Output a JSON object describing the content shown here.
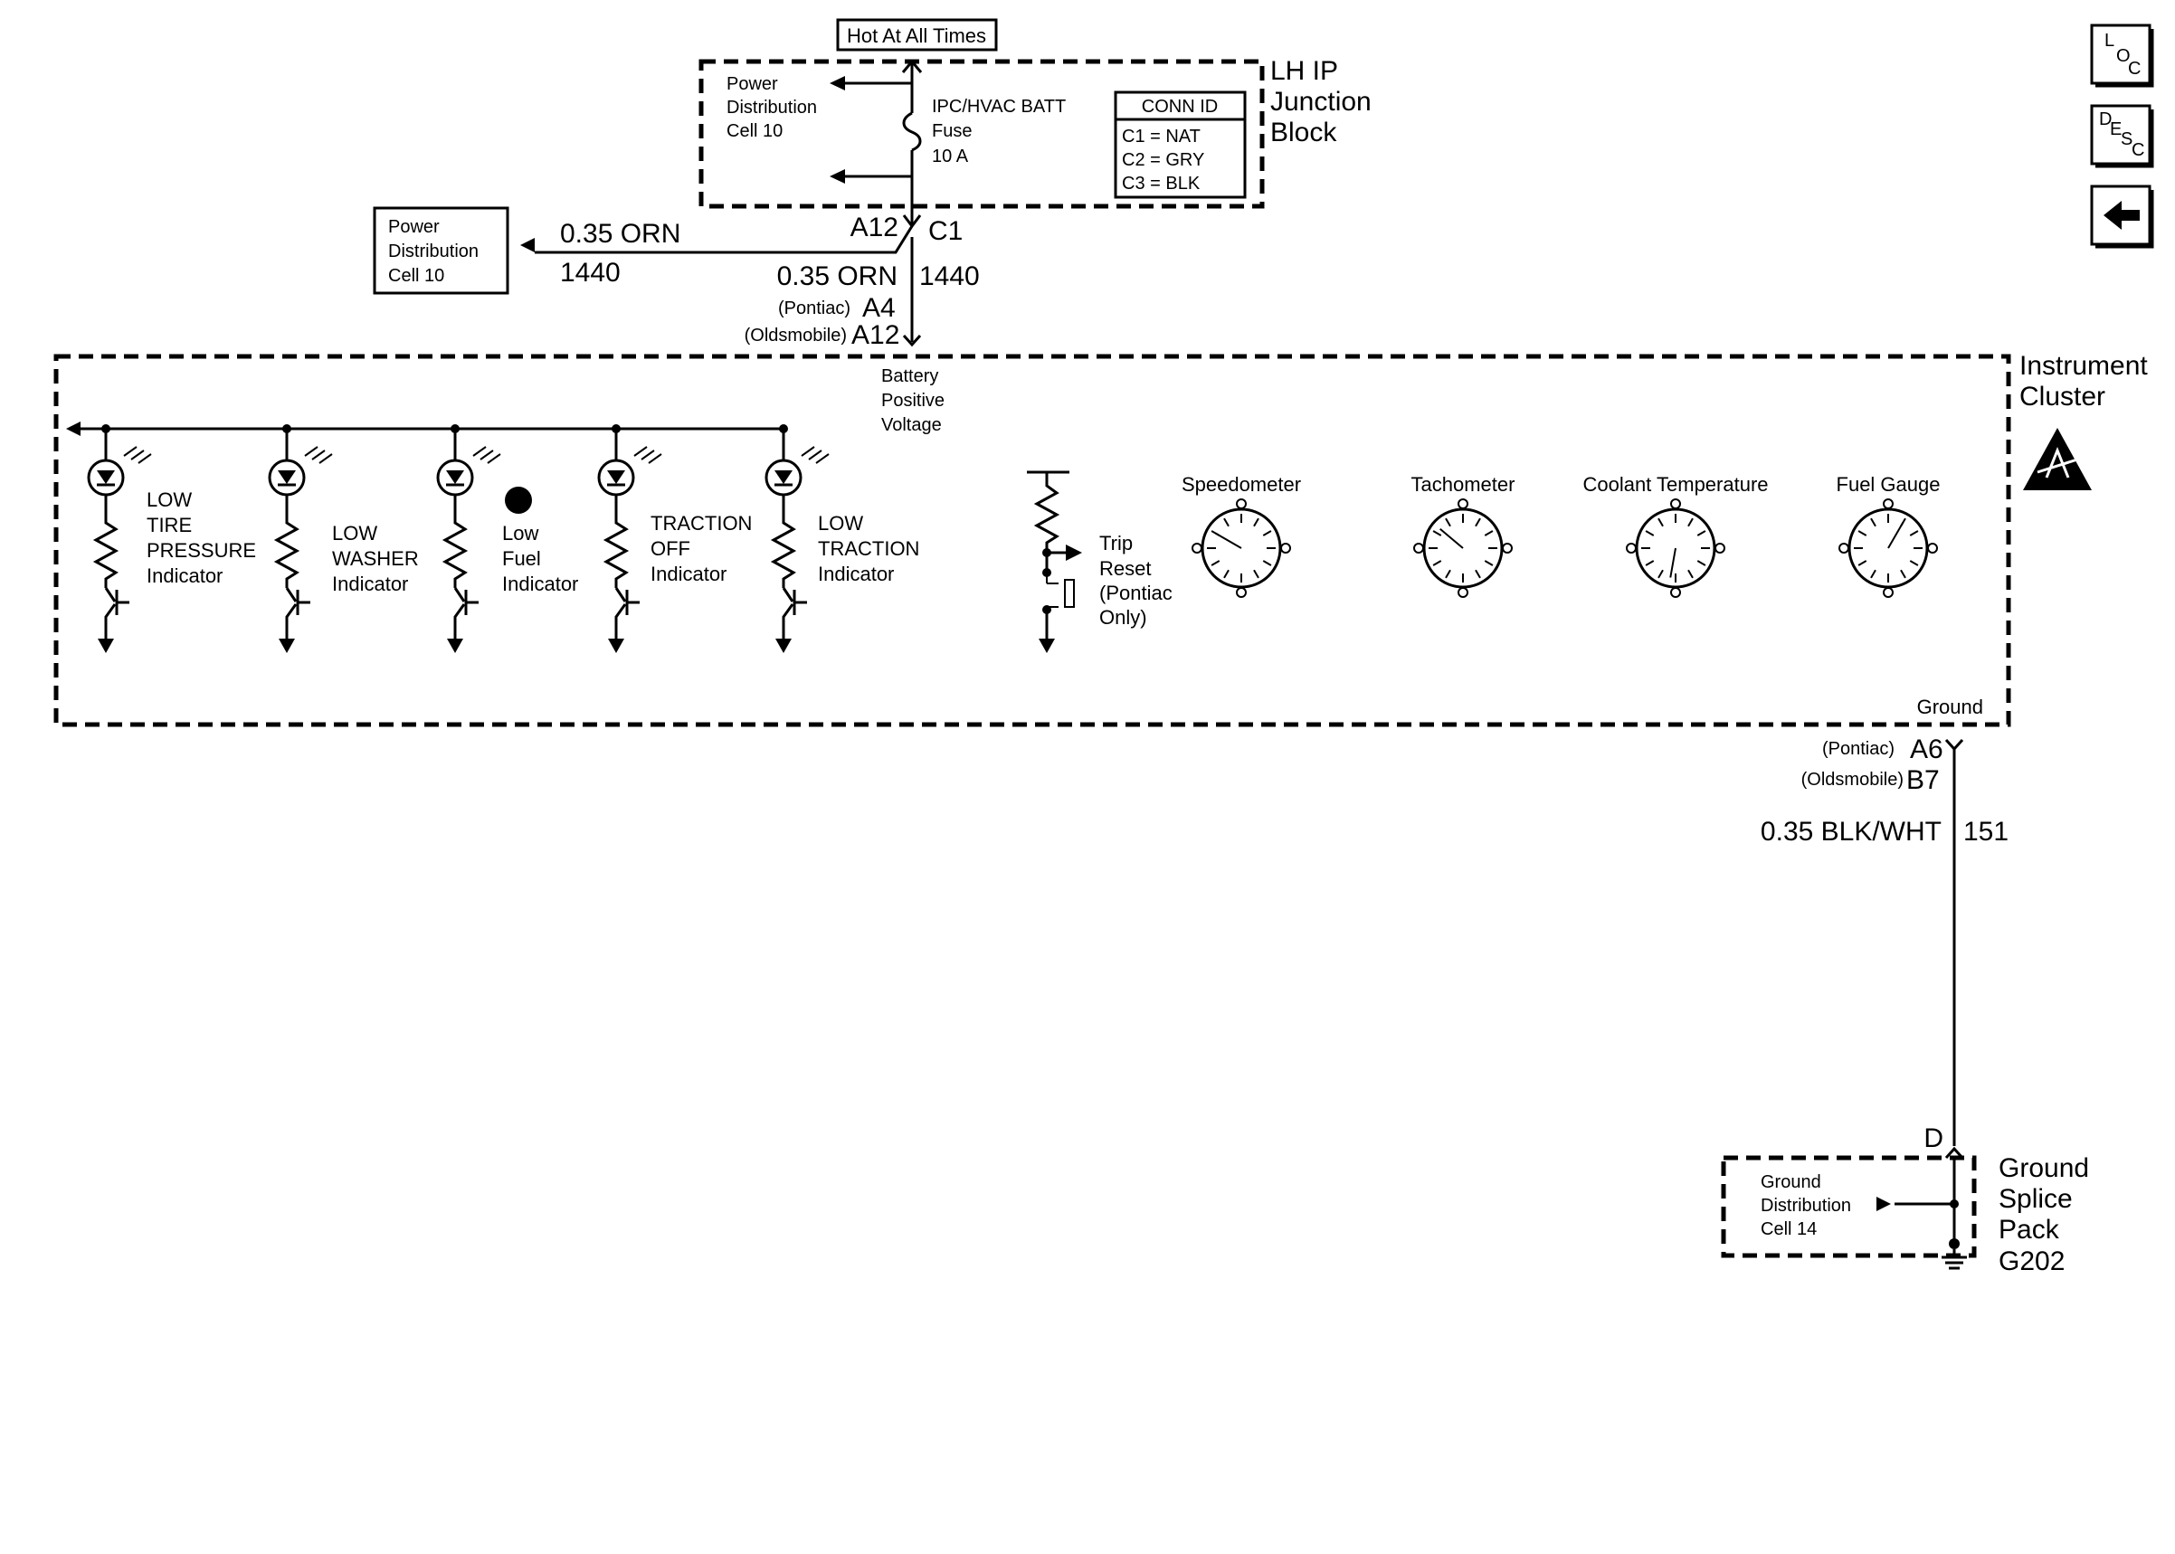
{
  "hot_at_all_times": "Hot At All Times",
  "junction_block": {
    "title_lines": [
      "LH IP",
      "Junction",
      "Block"
    ],
    "power_dist_lines": [
      "Power",
      "Distribution",
      "Cell 10"
    ],
    "fuse_lines": [
      "IPC/HVAC BATT",
      "Fuse",
      "10 A"
    ],
    "conn_id": {
      "header": "CONN ID",
      "rows": [
        "C1 = NAT",
        "C2 = GRY",
        "C3 = BLK"
      ]
    }
  },
  "power_dist_box": [
    "Power",
    "Distribution",
    "Cell 10"
  ],
  "wire_top": {
    "gauge_color": "0.35 ORN",
    "circuit": "1440",
    "connector_pin": "A12",
    "connector": "C1"
  },
  "wire_down": {
    "gauge_color": "0.35 ORN",
    "circuit": "1440",
    "pontiac_label": "(Pontiac)",
    "pontiac_pin": "A4",
    "olds_label": "(Oldsmobile)",
    "olds_pin": "A12"
  },
  "battery_positive_lines": [
    "Battery",
    "Positive",
    "Voltage"
  ],
  "instrument_cluster_lines": [
    "Instrument",
    "Cluster"
  ],
  "indicators": [
    {
      "lines": [
        "LOW",
        "TIRE",
        "PRESSURE",
        "Indicator"
      ]
    },
    {
      "lines": [
        "LOW",
        "WASHER",
        "Indicator"
      ]
    },
    {
      "lines": [
        "Low",
        "Fuel",
        "Indicator"
      ]
    },
    {
      "lines": [
        "TRACTION",
        "OFF",
        "Indicator"
      ]
    },
    {
      "lines": [
        "LOW",
        "TRACTION",
        "Indicator"
      ]
    }
  ],
  "trip_reset_lines": [
    "Trip",
    "Reset",
    "(Pontiac",
    "Only)"
  ],
  "gauges": [
    "Speedometer",
    "Tachometer",
    "Coolant Temperature",
    "Fuel Gauge"
  ],
  "ground_label": "Ground",
  "ground_wire": {
    "pontiac_label": "(Pontiac)",
    "pontiac_pin": "A6",
    "olds_label": "(Oldsmobile)",
    "olds_pin": "B7",
    "gauge_color": "0.35 BLK/WHT",
    "circuit": "151",
    "splice_pin": "D"
  },
  "ground_dist_lines": [
    "Ground",
    "Distribution",
    "Cell 14"
  ],
  "splice_pack_lines": [
    "Ground",
    "Splice",
    "Pack",
    "G202"
  ],
  "nav": {
    "loc": [
      "L",
      "O",
      "C"
    ],
    "desc": [
      "D",
      "E",
      "S",
      "C"
    ],
    "back_icon": "arrow-left-icon"
  }
}
